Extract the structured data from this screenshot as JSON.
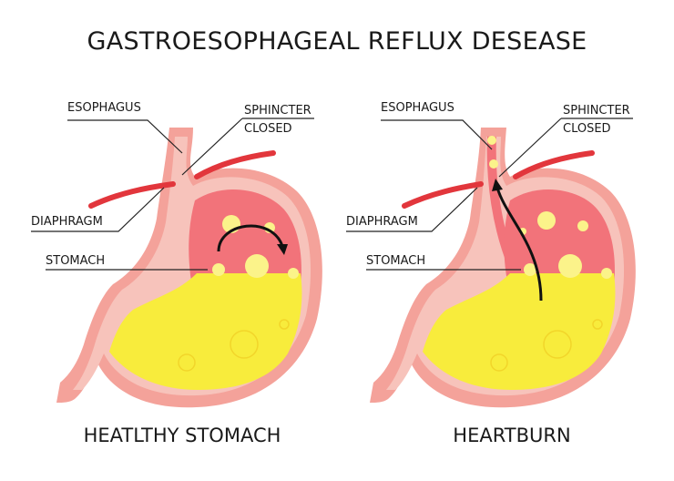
{
  "title": "GASTROESOPHAGEAL REFLUX DESEASE",
  "panels": [
    {
      "caption": "HEATLTHY STOMACH",
      "labels": {
        "esophagus": "ESOPHAGUS",
        "sphincter": "SPHINCTER",
        "sphincter_state": "CLOSED",
        "diaphragm": "DIAPHRAGM",
        "stomach": "STOMACH"
      }
    },
    {
      "caption": "HEARTBURN",
      "labels": {
        "esophagus": "ESOPHAGUS",
        "sphincter": "SPHINCTER",
        "sphincter_state": "CLOSED",
        "diaphragm": "DIAPHRAGM",
        "stomach": "STOMACH"
      }
    }
  ],
  "colors": {
    "stomach_outer": "#f4a29a",
    "stomach_wall": "#f7c3bb",
    "stomach_inner": "#f2737a",
    "acid": "#f8ec3c",
    "bubble": "#fbf38a",
    "diaphragm": "#e2363c",
    "arrow": "#111111"
  }
}
